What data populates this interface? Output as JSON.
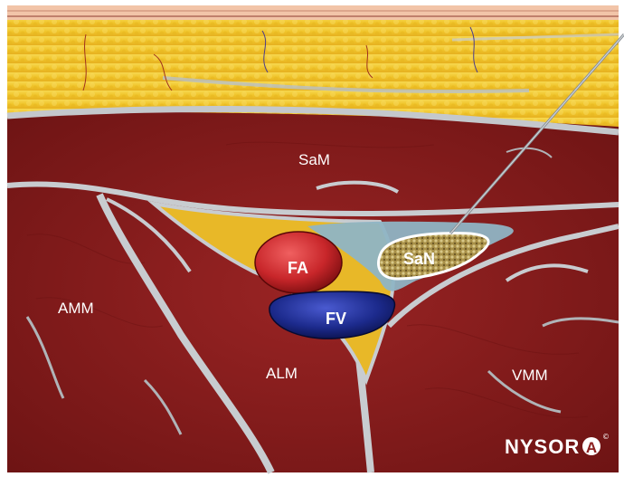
{
  "labels": {
    "sam": "SaM",
    "fa": "FA",
    "san": "SaN",
    "amm": "AMM",
    "fv": "FV",
    "alm": "ALM",
    "vmm": "VMM"
  },
  "brand": {
    "name_prefix": "NYSOR",
    "name_suffix": "A",
    "copyright": "©"
  },
  "colors": {
    "skin": "#f2c4a8",
    "fat": "#f0c830",
    "muscle": "#8c2020",
    "fascia": "#c8ccd0",
    "artery": "#c8262a",
    "vein": "#1c2a8c",
    "nerve_sheath": "#8fb4c4",
    "nerve": "#b8a050"
  }
}
